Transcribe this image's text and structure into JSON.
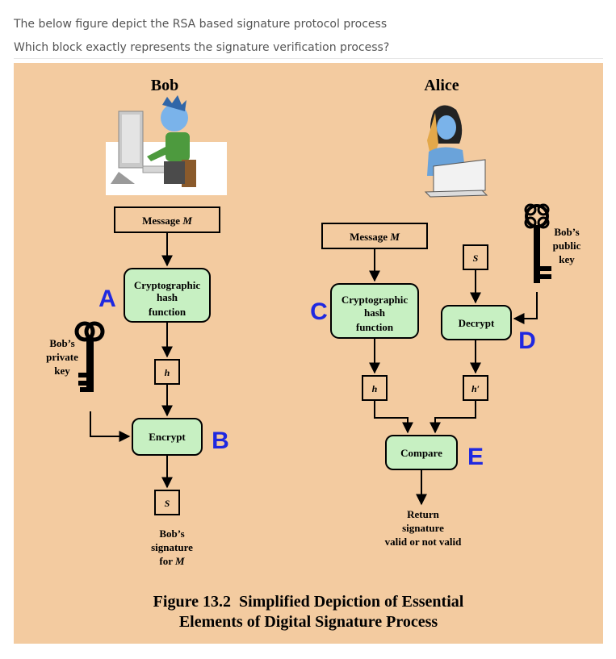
{
  "question": {
    "line1": "The below figure depict the RSA based signature protocol process",
    "line2": "Which block exactly represents the signature verification process?"
  },
  "figure": {
    "bob_title": "Bob",
    "alice_title": "Alice",
    "bob": {
      "message_label": "Message ",
      "message_var": "M",
      "hash_line1": "Cryptographic",
      "hash_line2": "hash",
      "hash_line3": "function",
      "h_label": "h",
      "encrypt_label": "Encrypt",
      "s_label": "S",
      "signature_line1": "Bob’s",
      "signature_line2": "signature",
      "signature_line3": "for ",
      "signature_var": "M",
      "private_key_line1": "Bob’s",
      "private_key_line2": "private",
      "private_key_line3": "key"
    },
    "alice": {
      "message_label": "Message ",
      "message_var": "M",
      "hash_line1": "Cryptographic",
      "hash_line2": "hash",
      "hash_line3": "function",
      "h_label": "h",
      "s_label": "S",
      "decrypt_label": "Decrypt",
      "hprime_label": "h′",
      "compare_label": "Compare",
      "return_line1": "Return",
      "return_line2": "signature",
      "return_line3": "valid or not valid",
      "public_key_line1": "Bob’s",
      "public_key_line2": "public",
      "public_key_line3": "key"
    },
    "markers": {
      "A": "A",
      "B": "B",
      "C": "C",
      "D": "D",
      "E": "E"
    },
    "caption_line1": "Figure 13.2  Simplified Depiction of Essential",
    "caption_line2": "Elements of Digital Signature Process"
  },
  "colors": {
    "background": "#f3cba0",
    "block_fill": "#c7f0c2",
    "marker": "#1f28e0",
    "box_fill": "#f3cba0"
  }
}
